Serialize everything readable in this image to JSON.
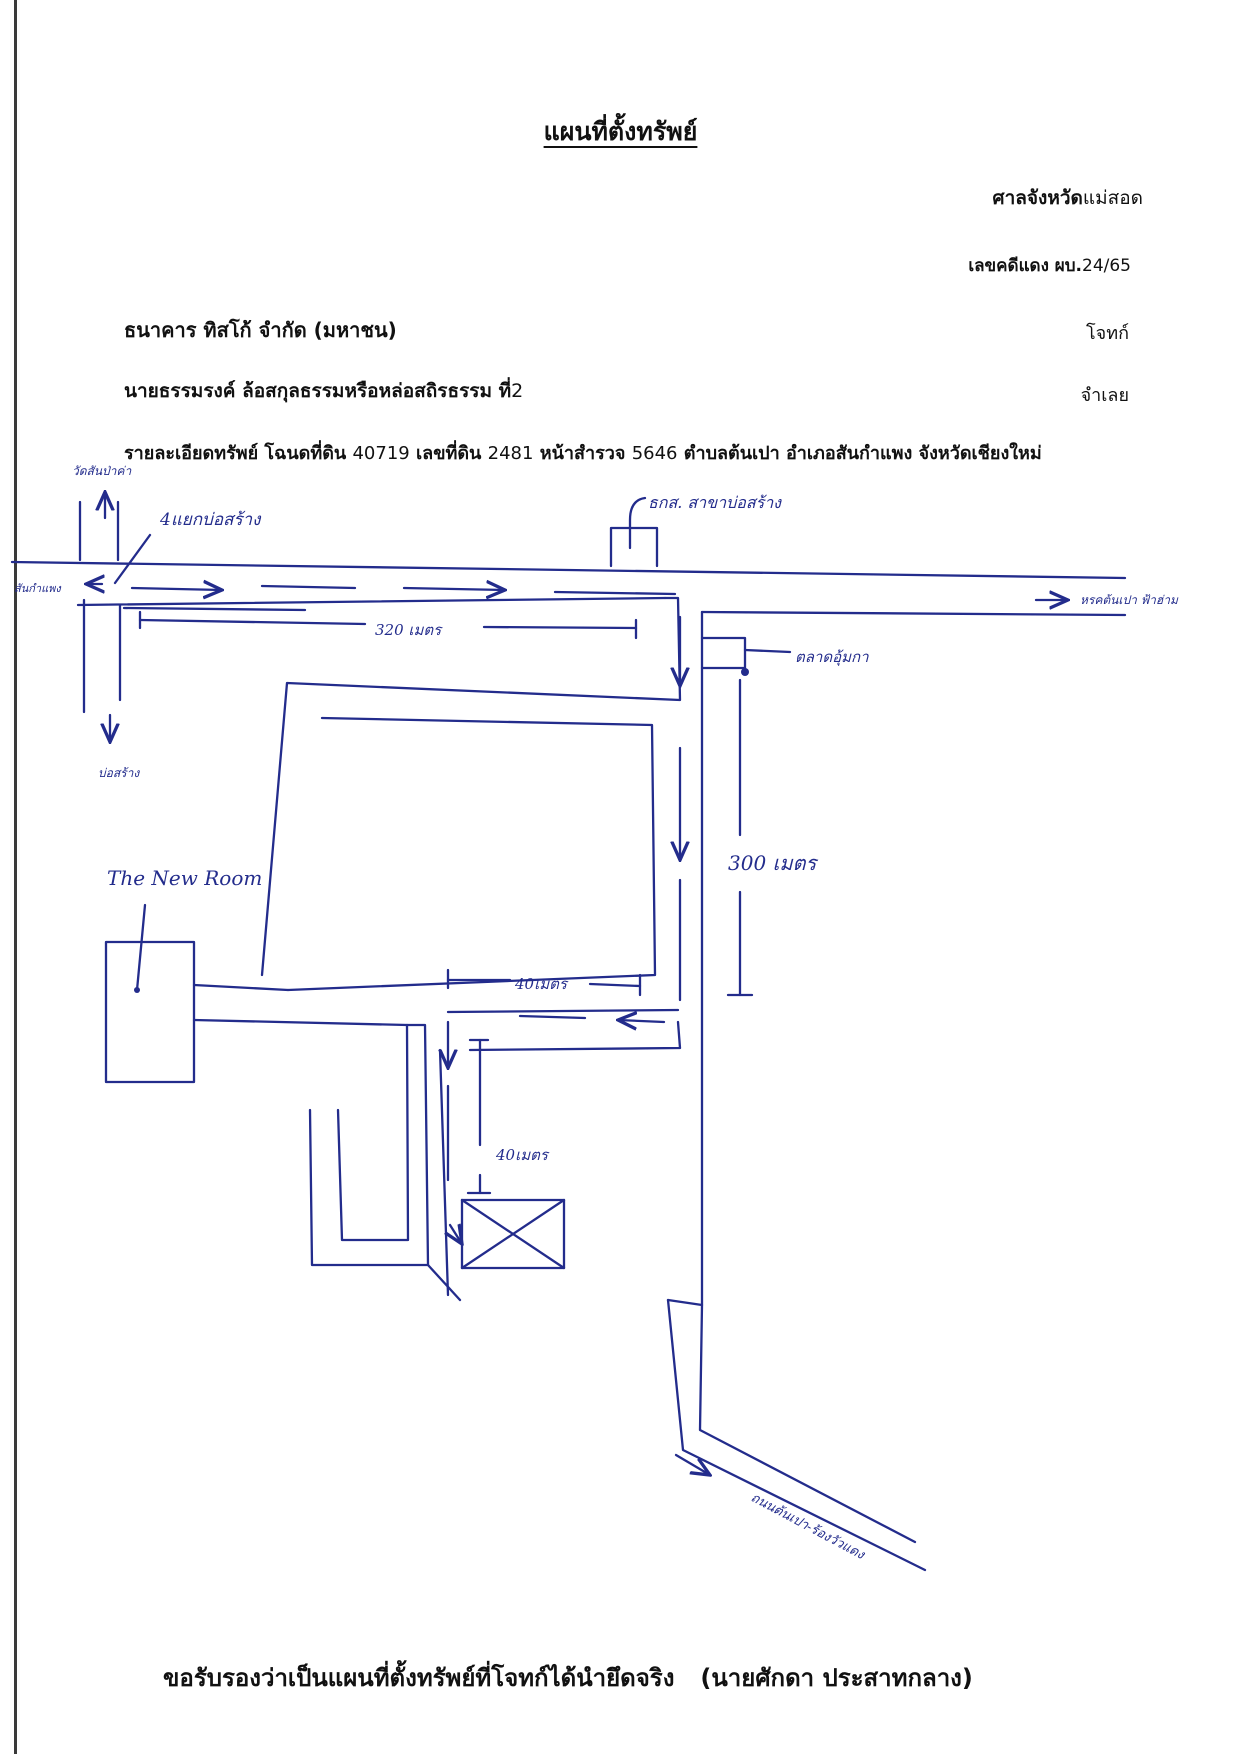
{
  "header": {
    "title": "แผนที่ตั้งทรัพย์",
    "court": "ศาลจังหวัด",
    "court_suffix": "แม่สอด",
    "case_label": "เลขคดีแดง ผบ.",
    "case_number": "24/65",
    "plaintiff": "ธนาคาร ทิสโก้ จำกัด (มหาชน)",
    "plaintiff_role": "โจทก์",
    "defendant": "นายธรรมรงค์ ล้อสกุลธรรมหรือหล่อสถิรธรรม ที่",
    "defendant_suffix": "2",
    "defendant_role": "จำเลย"
  },
  "property": {
    "t1": "รายละเอียดทรัพย์ โฉนดที่ดิน ",
    "deed_no": "40719",
    "t2": " เลขที่ดิน ",
    "land_no": "2481",
    "t3": " หน้าสำรวจ ",
    "survey_no": "5646",
    "t4": " ตำบลต้นเปา อำเภอสันกำแพง จังหวัดเชียงใหม่"
  },
  "map": {
    "labels": {
      "north_dest": "วัดสันป่าค่า",
      "west_dest": "สันกำแพง",
      "south_dest": "บ่อสร้าง",
      "intersection": "4แยกบ่อสร้าง",
      "bank_branch": "ธกส. สาขาบ่อสร้าง",
      "east_dest": "หรคต้นเปา ฟ้าฮ่าม",
      "corner_shop": "ตลาดอุ้มกา",
      "dist_top": "320 เมตร",
      "dist_right": "300 เมตร",
      "dist_mid": "40เมตร",
      "dist_drive": "40เมตร",
      "landmark": "The New Room",
      "southeast_dest": "ถนนต้นเปา-ร้องวัวแดง"
    }
  },
  "footer": {
    "certify_text": "ขอรับรองว่าเป็นแผนที่ตั้งทรัพย์ที่โจทก์ได้นำยึดจริง",
    "signer": "(นายศักดา ประสาทกลาง)"
  }
}
